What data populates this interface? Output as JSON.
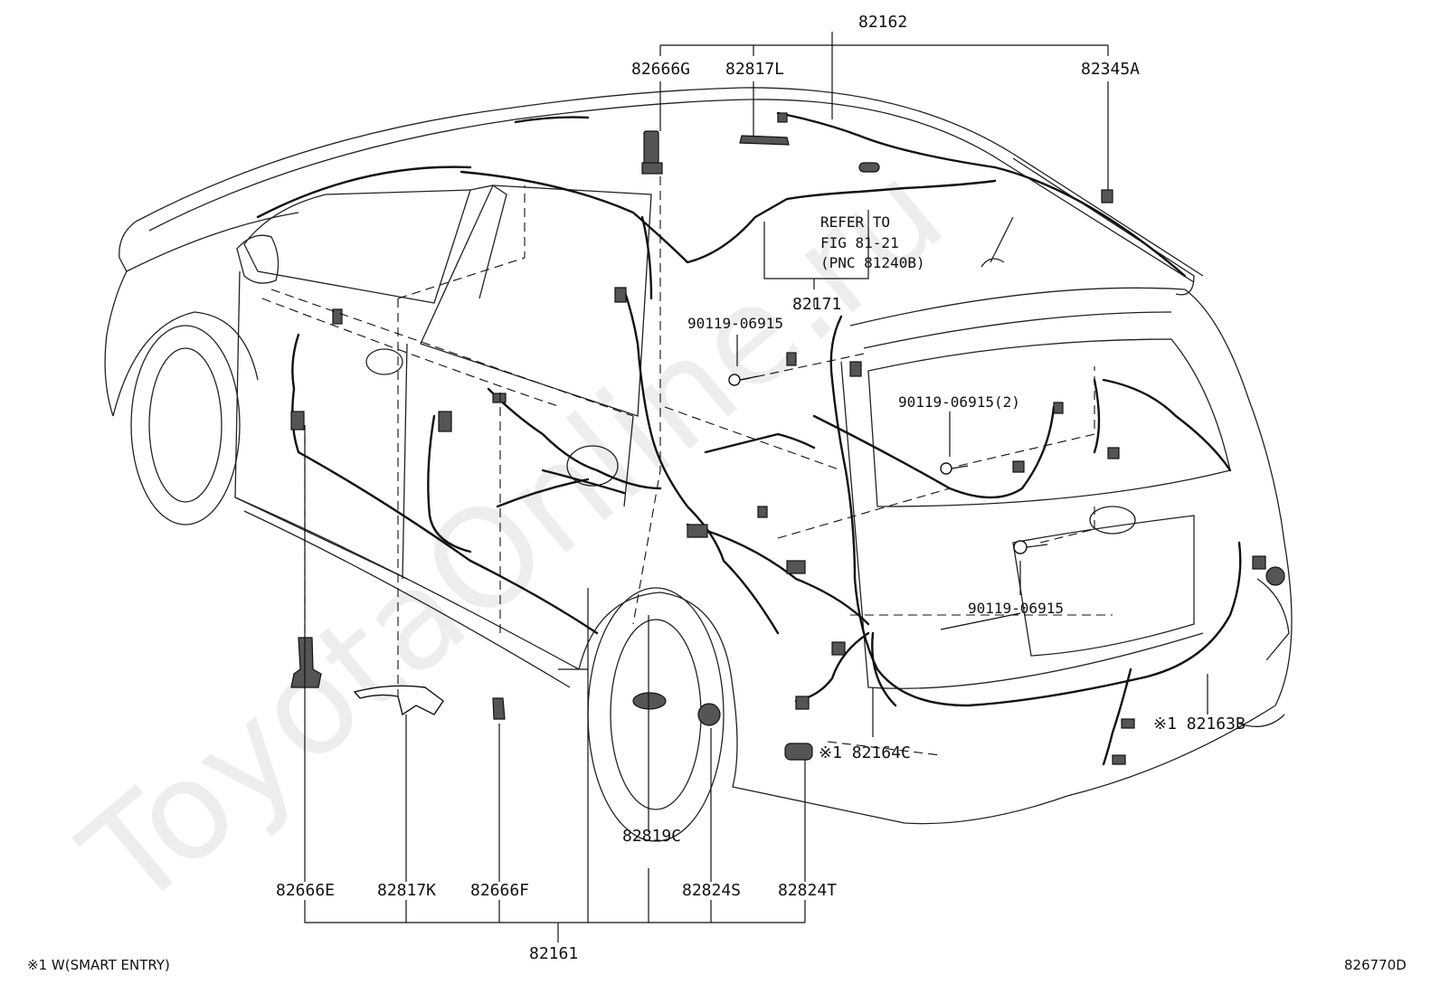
{
  "diagram_id": "826770D",
  "footnote": "※1 W(SMART ENTRY)",
  "watermark": "ToyotaOnline.ru",
  "refer_note": {
    "line1": "REFER TO",
    "line2": "FIG 81-21",
    "line3": "(PNC 81240B)"
  },
  "labels": {
    "p82162": "82162",
    "p82666G": "82666G",
    "p82817L": "82817L",
    "p82345A": "82345A",
    "p82171": "82171",
    "p90119_a": "90119-06915",
    "p90119_b": "90119-06915(2)",
    "p90119_c": "90119-06915",
    "p82164C": "※1 82164C",
    "p82163B": "※1 82163B",
    "p82819C": "82819C",
    "p82666E": "82666E",
    "p82817K": "82817K",
    "p82666F": "82666F",
    "p82824S": "82824S",
    "p82824T": "82824T",
    "p82161": "82161"
  }
}
